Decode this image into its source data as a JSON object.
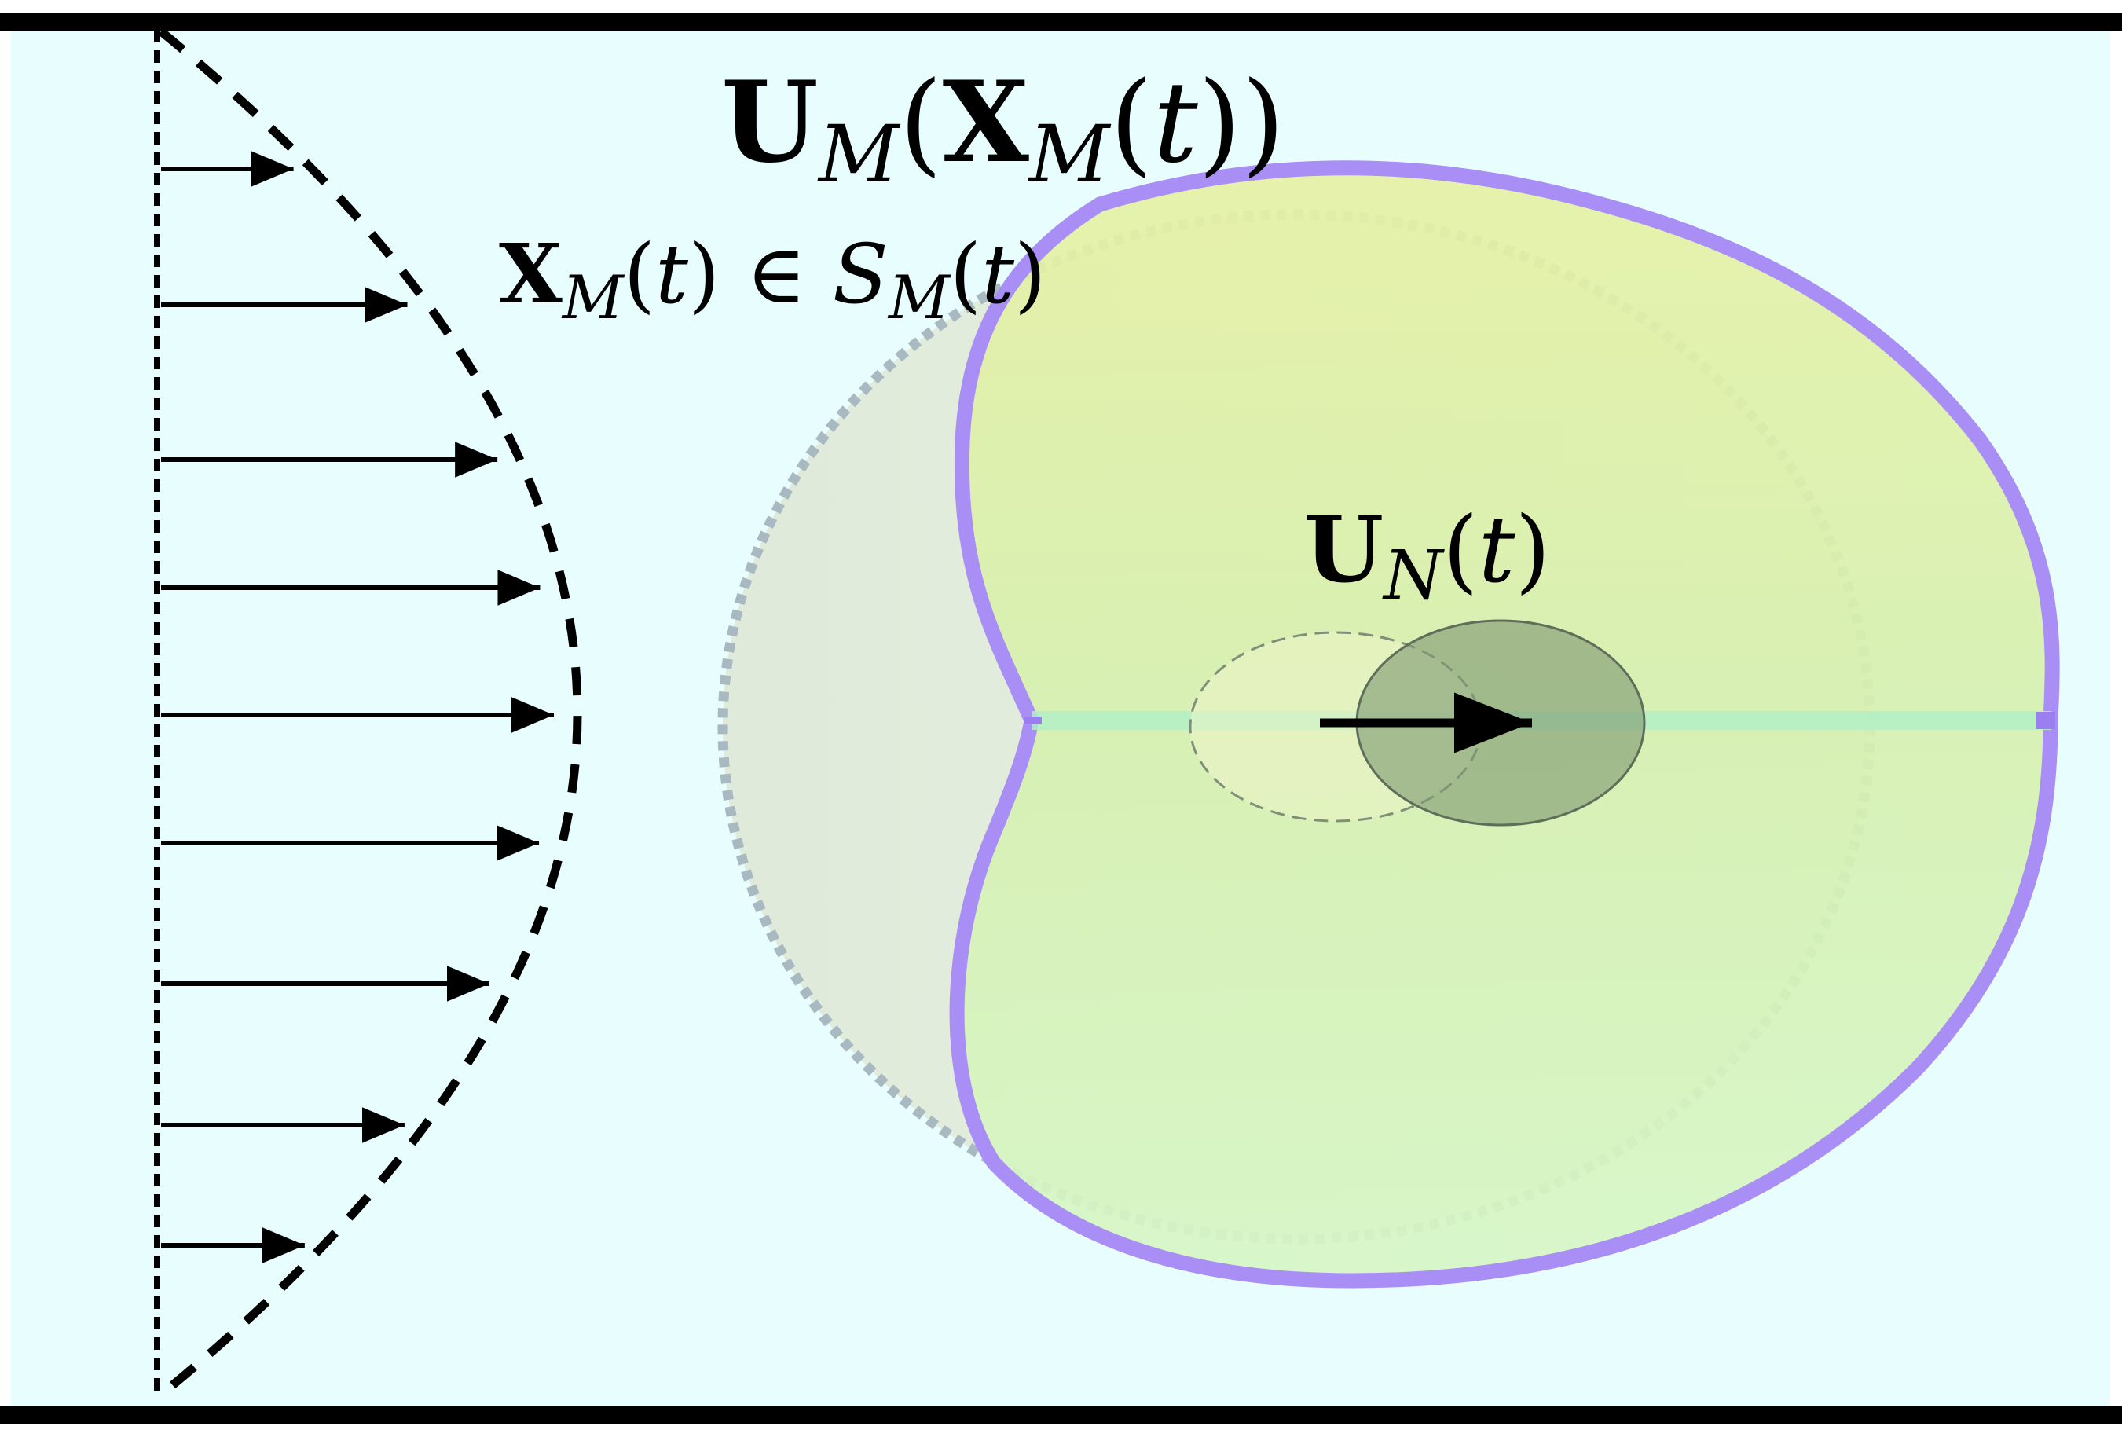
{
  "labels": {
    "membrane_velocity": {
      "sym": "U",
      "sub": "M",
      "open": "(",
      "arg": "X",
      "arg_sub": "M",
      "arg_open": "(",
      "t": "t",
      "close": "))"
    },
    "membrane_point": {
      "sym": "X",
      "sub": "M",
      "open": "(",
      "t": "t",
      "close": ")",
      "in": " ∈ ",
      "set": "S",
      "set_sub": "M",
      "set_open": "(",
      "set_t": "t",
      "set_close": ")"
    },
    "nucleus_velocity": {
      "sym": "U",
      "sub": "N",
      "open": "(",
      "t": "t",
      "close": ")"
    }
  },
  "colors": {
    "fluid": "#e8fdfd",
    "wall": "#000000",
    "cell_outline": "#a98ef5",
    "cell_fill_top": "#e4f2a8",
    "cell_fill_bottom": "#c9f0d0",
    "reference_circle": "#a8b8c0",
    "nucleus": "#7f9a73",
    "nucleus_ghost": "#e6f0c0"
  },
  "flow_profile": {
    "type": "parabolic",
    "arrow_count": 9
  }
}
